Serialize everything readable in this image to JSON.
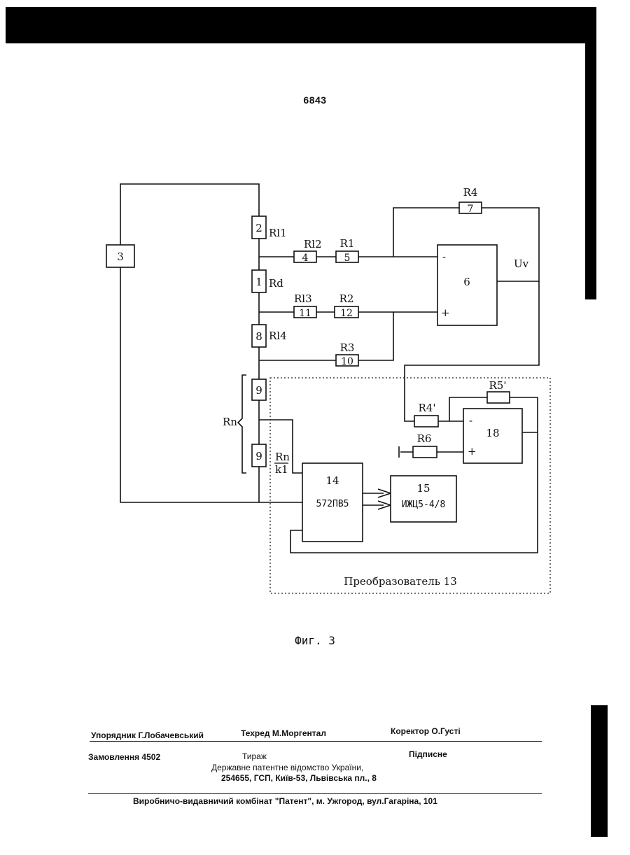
{
  "page_number": "6843",
  "figure": {
    "caption": "Фиг. 3",
    "converter_label": "Преобразователь 13",
    "blocks": {
      "b3": "3",
      "b2": "2",
      "b1": "1",
      "b8": "8",
      "b9a": "9",
      "b9b": "9",
      "b4": "4",
      "b5": "5",
      "b11": "11",
      "b12": "12",
      "b10": "10",
      "b7": "7",
      "b6": "6",
      "b18": "18",
      "b14": "14",
      "b14_code": "572ПВ5",
      "b15": "15",
      "b15_code": "ИЖЦ5-4/8"
    },
    "labels": {
      "rl1": "Rl1",
      "rd": "Rd",
      "rl4": "Rl4",
      "rl2": "Rl2",
      "r1": "R1",
      "rl3": "Rl3",
      "r2": "R2",
      "r3": "R3",
      "r4": "R4",
      "uv": "Uv",
      "r5p": "R5'",
      "r4p": "R4'",
      "r6": "R6",
      "rn": "Rn",
      "rn_k1_num": "Rn",
      "rn_k1_den": "k1",
      "minus": "-",
      "plus": "+"
    }
  },
  "imprint": {
    "compiler": "Упорядник  Г.Лобачевський",
    "techred": "Техред М.Моргентал",
    "corrector": "Коректор  О.Густі",
    "order": "Замовлення 4502",
    "circulation": "Тираж",
    "subscription": "Підписне",
    "office_line1": "Державне патентне відомство України,",
    "office_line2": "254655, ГСП, Київ-53, Львівська пл., 8",
    "publisher": "Виробничо-видавничий комбінат  \"Патент\", м. Ужгород, вул.Гагаріна, 101"
  }
}
